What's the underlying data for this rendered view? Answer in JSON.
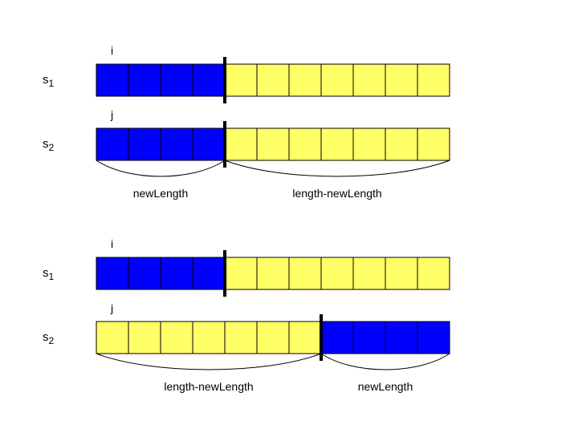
{
  "colors": {
    "blue": "#0000ff",
    "yellow": "#ffff66",
    "outline": "#000000",
    "background": "#ffffff"
  },
  "panels": [
    {
      "rows": [
        {
          "label_base": "s",
          "label_sub": "1",
          "index_label": "i",
          "cells": [
            "blue",
            "blue",
            "blue",
            "blue",
            "yellow",
            "yellow",
            "yellow",
            "yellow",
            "yellow",
            "yellow",
            "yellow"
          ],
          "marker_after_cell": 4
        },
        {
          "label_base": "s",
          "label_sub": "2",
          "index_label": "j",
          "cells": [
            "blue",
            "blue",
            "blue",
            "blue",
            "yellow",
            "yellow",
            "yellow",
            "yellow",
            "yellow",
            "yellow",
            "yellow"
          ],
          "marker_after_cell": 4
        }
      ],
      "braces": [
        {
          "from_cell": 0,
          "to_cell": 4,
          "label": "newLength"
        },
        {
          "from_cell": 4,
          "to_cell": 11,
          "label": "length-newLength"
        }
      ]
    },
    {
      "rows": [
        {
          "label_base": "s",
          "label_sub": "1",
          "index_label": "i",
          "cells": [
            "blue",
            "blue",
            "blue",
            "blue",
            "yellow",
            "yellow",
            "yellow",
            "yellow",
            "yellow",
            "yellow",
            "yellow"
          ],
          "marker_after_cell": 4
        },
        {
          "label_base": "s",
          "label_sub": "2",
          "index_label": "j",
          "cells": [
            "yellow",
            "yellow",
            "yellow",
            "yellow",
            "yellow",
            "yellow",
            "yellow",
            "blue",
            "blue",
            "blue",
            "blue"
          ],
          "marker_after_cell": 7
        }
      ],
      "braces": [
        {
          "from_cell": 0,
          "to_cell": 7,
          "label": "length-newLength"
        },
        {
          "from_cell": 7,
          "to_cell": 11,
          "label": "newLength"
        }
      ]
    }
  ]
}
